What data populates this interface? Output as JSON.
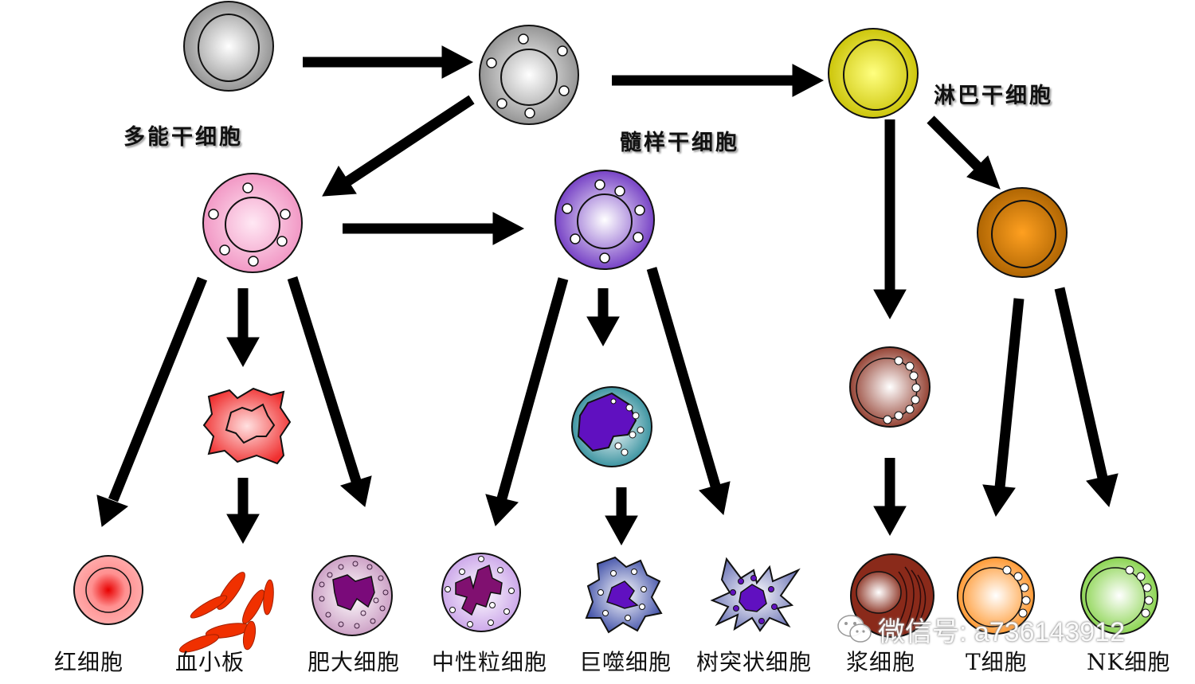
{
  "labels": {
    "pluripotent_stem_cell": "多能干细胞",
    "myeloid_stem_cell": "髓样干细胞",
    "lymphoid_stem_cell": "淋巴干细胞",
    "red_blood_cell": "红细胞",
    "platelet": "血小板",
    "mast_cell": "肥大细胞",
    "neutrophil": "中性粒细胞",
    "macrophage": "巨噬细胞",
    "dendritic_cell": "树突状细胞",
    "plasma_cell": "浆细胞",
    "t_cell": "T细胞",
    "nk_cell": "NK细胞"
  },
  "watermark": {
    "icon": "wechat-icon",
    "text": "微信号: a736143912"
  },
  "colors": {
    "pluripotent": "#a8a8a8",
    "myeloid": "#b0b0b0",
    "lymphoid": "#d8d000",
    "pink_progenitor": "#f7a8d0",
    "purple_progenitor": "#7a40c8",
    "b_lineage": "#c07000",
    "arrow": "#000000"
  }
}
